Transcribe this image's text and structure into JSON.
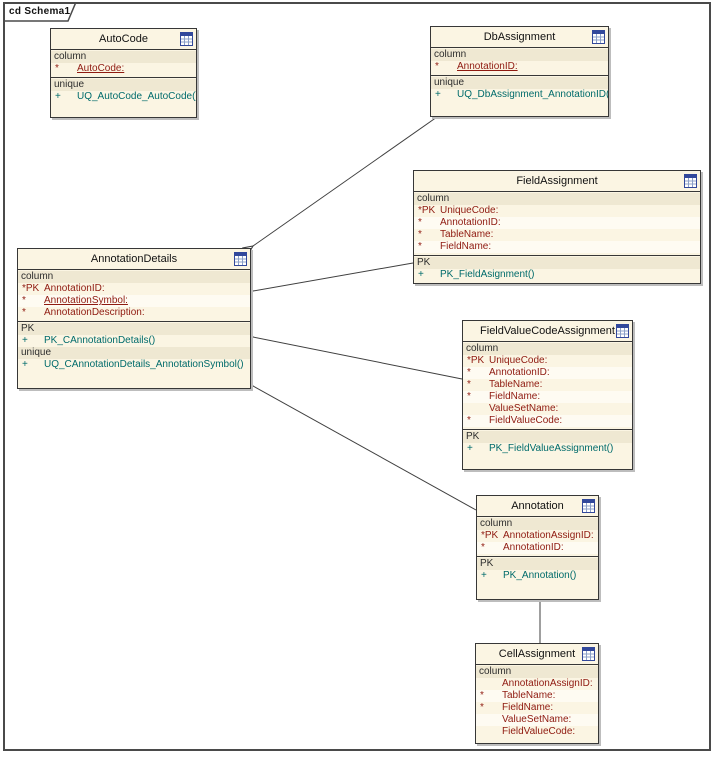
{
  "frame": {
    "label": "cd Schema1"
  },
  "colors": {
    "box_fill": "#FBF5E3",
    "label_row_fill": "#EFE8D2",
    "box_border": "#373737",
    "box_shadow": "#BDBDBD",
    "column_text": "#8F1A10",
    "operation_text": "#006B6B",
    "frame_border": "#4A4A4A",
    "icon_blue": "#32489B"
  },
  "entities": [
    {
      "id": "autocode",
      "title": "AutoCode",
      "icon": "table-icon",
      "compartments": [
        {
          "rows": [
            {
              "kind": "label",
              "text": "column"
            },
            {
              "kind": "column",
              "prefix": "*",
              "text": "AutoCode:",
              "underline": true
            }
          ]
        },
        {
          "rows": [
            {
              "kind": "label",
              "text": "unique"
            },
            {
              "kind": "operation",
              "prefix": "+",
              "text": "UQ_AutoCode_AutoCode()"
            }
          ]
        }
      ]
    },
    {
      "id": "dbassignment",
      "title": "DbAssignment",
      "icon": "table-icon",
      "compartments": [
        {
          "rows": [
            {
              "kind": "label",
              "text": "column"
            },
            {
              "kind": "column",
              "prefix": "*",
              "text": "AnnotationID:",
              "underline": true
            }
          ]
        },
        {
          "rows": [
            {
              "kind": "label",
              "text": "unique"
            },
            {
              "kind": "operation",
              "prefix": "+",
              "text": "UQ_DbAssignment_AnnotationID()"
            }
          ]
        }
      ]
    },
    {
      "id": "fieldassignment",
      "title": "FieldAssignment",
      "icon": "table-icon",
      "compartments": [
        {
          "rows": [
            {
              "kind": "label",
              "text": "column"
            },
            {
              "kind": "column",
              "prefix": "*PK",
              "text": "UniqueCode:"
            },
            {
              "kind": "column",
              "prefix": "*",
              "text": "AnnotationID:"
            },
            {
              "kind": "column",
              "prefix": "*",
              "text": "TableName:"
            },
            {
              "kind": "column",
              "prefix": "*",
              "text": "FieldName:"
            }
          ]
        },
        {
          "rows": [
            {
              "kind": "label",
              "text": "PK"
            },
            {
              "kind": "operation",
              "prefix": "+",
              "text": "PK_FieldAsignment()"
            }
          ]
        }
      ]
    },
    {
      "id": "annotationdetails",
      "title": "AnnotationDetails",
      "icon": "table-icon",
      "compartments": [
        {
          "rows": [
            {
              "kind": "label",
              "text": "column"
            },
            {
              "kind": "column",
              "prefix": "*PK",
              "text": "AnnotationID:"
            },
            {
              "kind": "column",
              "prefix": "*",
              "text": "AnnotationSymbol:",
              "underline": true
            },
            {
              "kind": "column",
              "prefix": "*",
              "text": "AnnotationDescription:"
            }
          ]
        },
        {
          "rows": [
            {
              "kind": "label",
              "text": "PK"
            },
            {
              "kind": "operation",
              "prefix": "+",
              "text": "PK_CAnnotationDetails()"
            },
            {
              "kind": "label",
              "text": "unique"
            },
            {
              "kind": "operation",
              "prefix": "+",
              "text": "UQ_CAnnotationDetails_AnnotationSymbol()"
            }
          ]
        }
      ]
    },
    {
      "id": "fieldvaluecodeassignment",
      "title": "FieldValueCodeAssignment",
      "icon": "table-icon",
      "compartments": [
        {
          "rows": [
            {
              "kind": "label",
              "text": "column"
            },
            {
              "kind": "column",
              "prefix": "*PK",
              "text": "UniqueCode:"
            },
            {
              "kind": "column",
              "prefix": "*",
              "text": "AnnotationID:"
            },
            {
              "kind": "column",
              "prefix": "*",
              "text": "TableName:"
            },
            {
              "kind": "column",
              "prefix": "*",
              "text": "FieldName:"
            },
            {
              "kind": "column",
              "prefix": "",
              "text": "ValueSetName:"
            },
            {
              "kind": "column",
              "prefix": "*",
              "text": "FieldValueCode:"
            }
          ]
        },
        {
          "rows": [
            {
              "kind": "label",
              "text": "PK"
            },
            {
              "kind": "operation",
              "prefix": "+",
              "text": "PK_FieldValueAssignment()"
            }
          ]
        }
      ]
    },
    {
      "id": "annotation",
      "title": "Annotation",
      "icon": "table-icon",
      "compartments": [
        {
          "rows": [
            {
              "kind": "label",
              "text": "column"
            },
            {
              "kind": "column",
              "prefix": "*PK",
              "text": "AnnotationAssignID:"
            },
            {
              "kind": "column",
              "prefix": "*",
              "text": "AnnotationID:"
            }
          ]
        },
        {
          "rows": [
            {
              "kind": "label",
              "text": "PK"
            },
            {
              "kind": "operation",
              "prefix": "+",
              "text": "PK_Annotation()"
            }
          ]
        }
      ]
    },
    {
      "id": "cellassignment",
      "title": "CellAssignment",
      "icon": "table-icon",
      "compartments": [
        {
          "rows": [
            {
              "kind": "label",
              "text": "column"
            },
            {
              "kind": "column",
              "prefix": "",
              "text": "AnnotationAssignID:"
            },
            {
              "kind": "column",
              "prefix": "*",
              "text": "TableName:"
            },
            {
              "kind": "column",
              "prefix": "*",
              "text": "FieldName:"
            },
            {
              "kind": "column",
              "prefix": "",
              "text": "ValueSetName:"
            },
            {
              "kind": "column",
              "prefix": "",
              "text": "FieldValueCode:"
            }
          ]
        }
      ]
    }
  ],
  "connectors": [
    {
      "from": "dbassignment",
      "to": "annotationdetails"
    },
    {
      "from": "fieldassignment",
      "to": "annotationdetails"
    },
    {
      "from": "fieldvaluecodeassignment",
      "to": "annotationdetails"
    },
    {
      "from": "annotation",
      "to": "annotationdetails"
    },
    {
      "from": "cellassignment",
      "to": "annotation"
    }
  ]
}
